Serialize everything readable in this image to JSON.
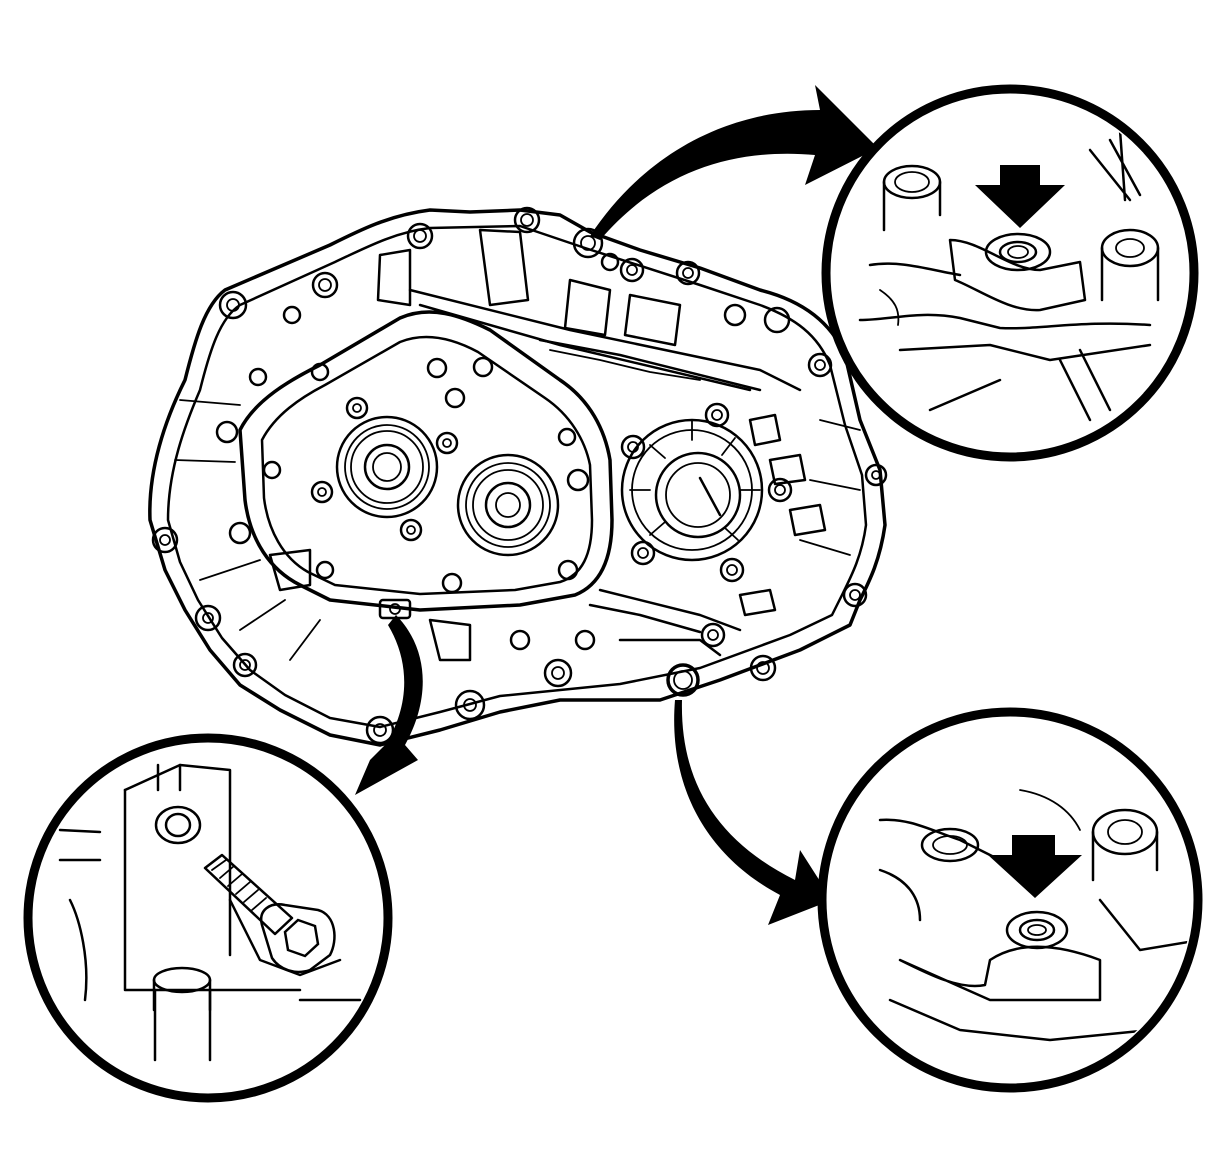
{
  "figure": {
    "type": "technical-illustration",
    "subject": "transmission-case-with-three-detail-callouts",
    "colors": {
      "line": "#000000",
      "background": "#ffffff"
    },
    "callouts": [
      {
        "id": "top-right",
        "icon": "down-arrow-indicator",
        "detail": "locating-hole"
      },
      {
        "id": "bottom-right",
        "icon": "down-arrow-indicator",
        "detail": "locating-hole"
      },
      {
        "id": "bottom-left",
        "icon": "bolt",
        "detail": "bolt-and-hole"
      }
    ]
  }
}
